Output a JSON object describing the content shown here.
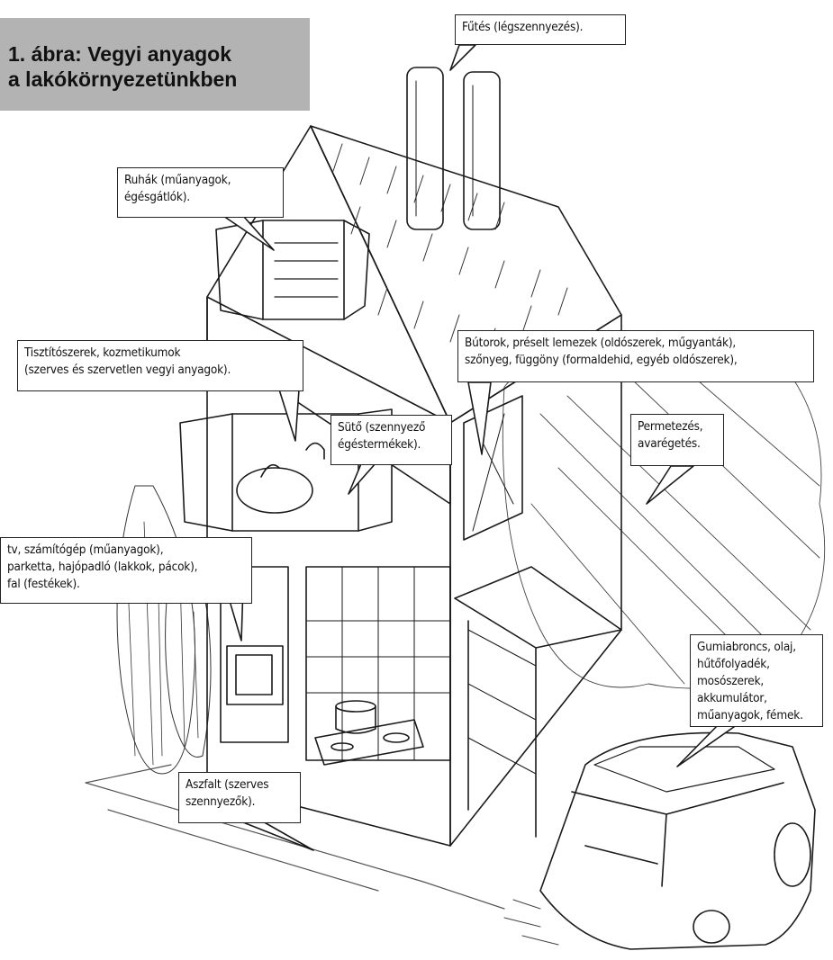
{
  "figure": {
    "title_line1": "1. ábra: Vegyi anyagok",
    "title_line2": "a lakókörnyezetünkben"
  },
  "labels": {
    "futes": {
      "lines": [
        "Fűtés (légszennyezés)."
      ]
    },
    "ruhak": {
      "lines": [
        "Ruhák (műanyagok,",
        "égésgátlók)."
      ]
    },
    "tisztito": {
      "lines": [
        "Tisztítószerek, kozmetikumok",
        "(szerves és szervetlen vegyi anyagok)."
      ]
    },
    "butorok": {
      "lines": [
        "Bútorok, préselt lemezek (oldószerek, műgyanták),",
        "szőnyeg, függöny (formaldehid, egyéb oldószerek),"
      ]
    },
    "permetezes": {
      "lines": [
        "Permetezés,",
        "avarégetés."
      ]
    },
    "tv": {
      "lines": [
        "tv, számítógép (műanyagok),",
        "parketta, hajópadló (lakkok, pácok),",
        "fal (festékek)."
      ]
    },
    "suto": {
      "lines": [
        "Sütő (szennyező",
        "égéstermékek)."
      ]
    },
    "gumi": {
      "lines": [
        "Gumiabroncs, olaj,",
        "hűtőfolyadék,",
        "mosószerek,",
        "akkumulátor,",
        "műanyagok, fémek."
      ]
    },
    "aszfalt": {
      "lines": [
        "Aszfalt (szerves",
        "szennyezők)."
      ]
    }
  }
}
